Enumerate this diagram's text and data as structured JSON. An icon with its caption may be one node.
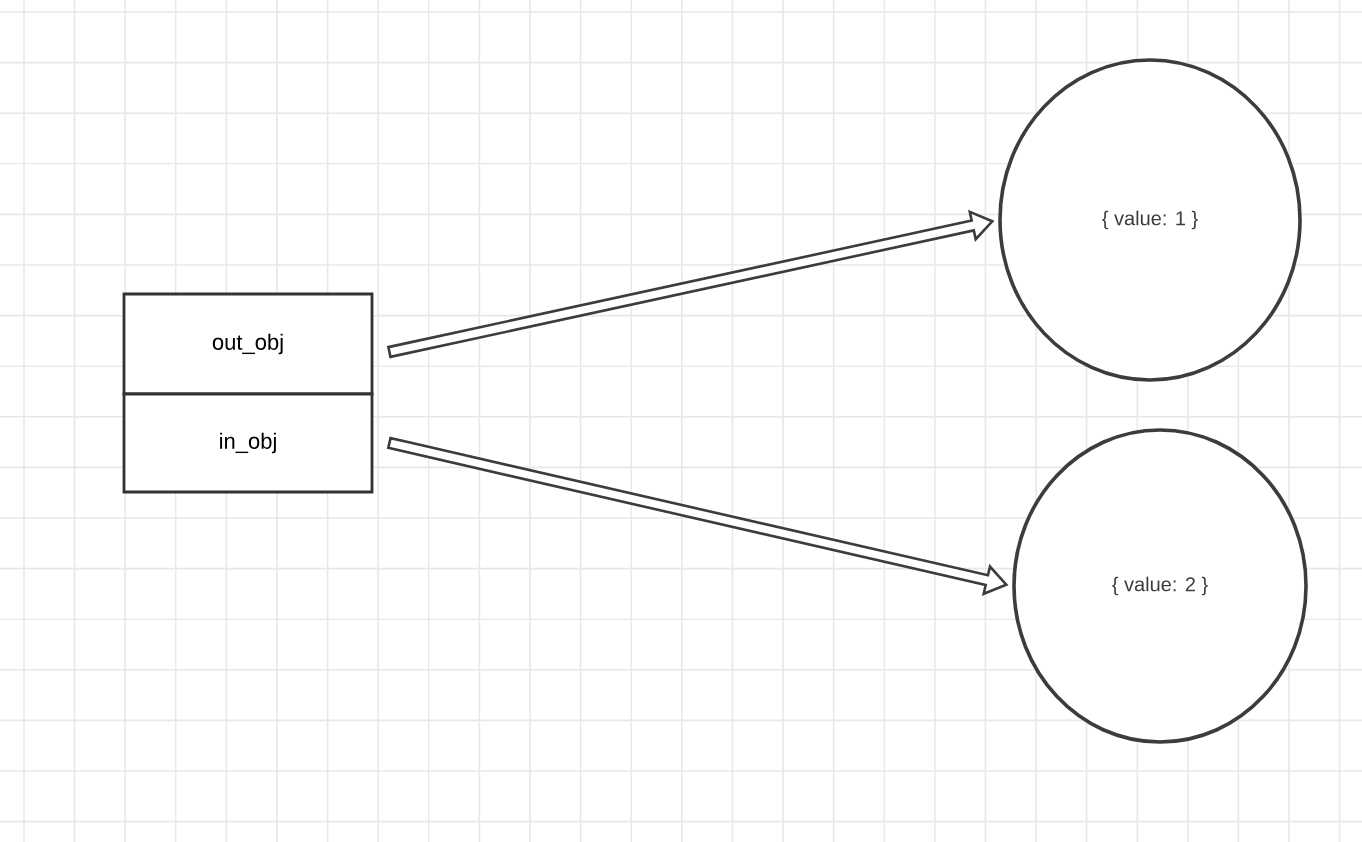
{
  "diagram": {
    "nodes": [
      {
        "text": [
          "out_obj"
        ]
      },
      {
        "text": [
          "in_obj"
        ]
      },
      {
        "text": [
          "{ value: 1 }"
        ]
      },
      {
        "text": [
          "{ value: 2 }"
        ]
      }
    ],
    "edges": [
      {
        "from": 0,
        "to": 2,
        "arrow": "to"
      },
      {
        "from": 1,
        "to": 3,
        "arrow": "to"
      }
    ]
  }
}
